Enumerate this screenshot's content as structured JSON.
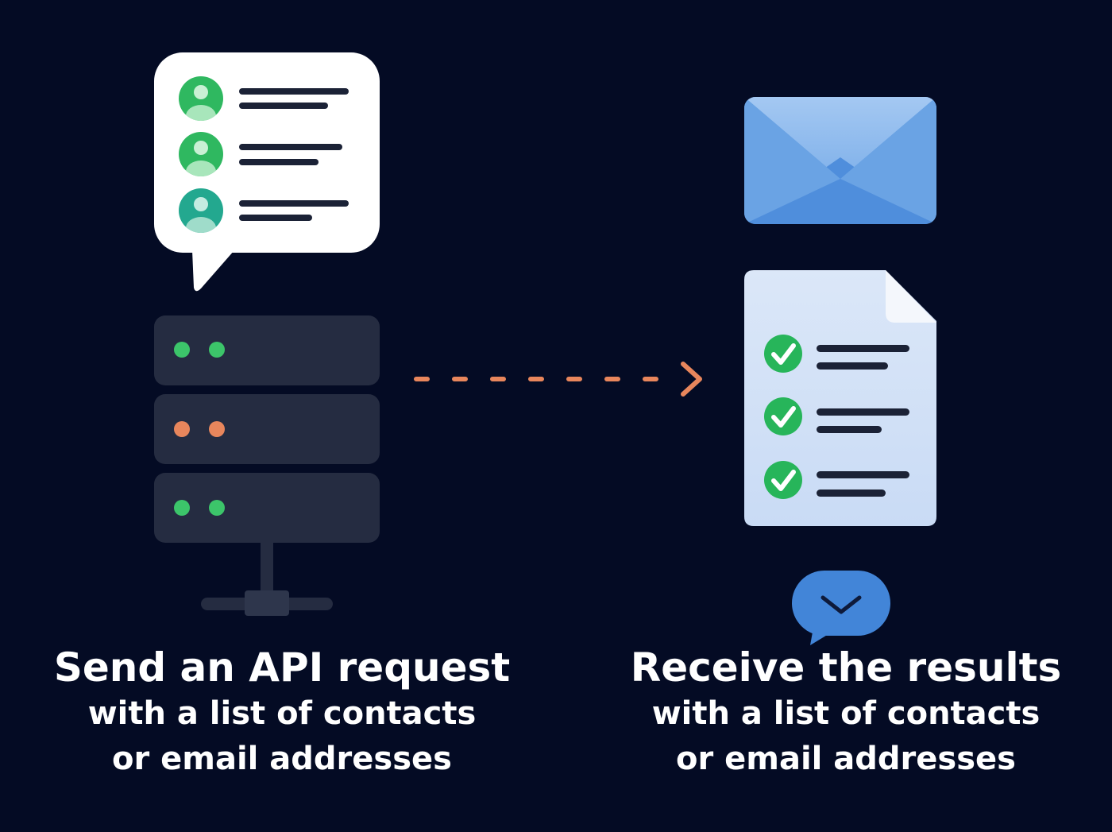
{
  "left": {
    "title": "Send an API request",
    "line2": "with a list of contacts",
    "line3": "or email addresses"
  },
  "right": {
    "title": "Receive the results",
    "line2": "with a list of contacts",
    "line3": "or email addresses"
  },
  "icons": {
    "request_bubble": "contact-list-speech-bubble-icon",
    "server": "server-rack-icon",
    "arrow": "dashed-arrow-right-icon",
    "envelope": "email-envelope-icon",
    "document": "checklist-document-icon",
    "chat": "chat-bubble-chevron-icon"
  },
  "colors": {
    "background": "#040b24",
    "accent_orange": "#e8865c",
    "check_green": "#27b55a",
    "envelope_blue": "#5b98e0",
    "chat_blue": "#4285d8"
  }
}
